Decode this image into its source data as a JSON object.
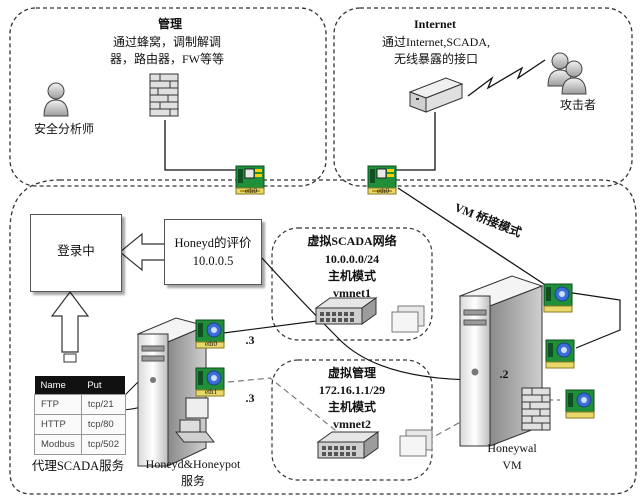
{
  "management": {
    "title": "管理",
    "line1": "通过蜂窝，调制解调",
    "line2": "器，路由器，FW等等",
    "analyst_label": "安全分析师"
  },
  "internet": {
    "title": "Internet",
    "line1": "通过Internet,SCADA,",
    "line2": "无线暴露的接口",
    "attacker_label": "攻击者"
  },
  "vm_bridge_label": "VM 桥接模式",
  "login": {
    "label": "登录中"
  },
  "honeyd_eval": {
    "line1": "Honeyd的评价",
    "line2": "10.0.0.5"
  },
  "scada_net": {
    "line1": "虚拟SCADA网络",
    "line2": "10.0.0.0/24",
    "line3": "主机模式",
    "line4": "vmnet1"
  },
  "mgmt_net": {
    "line1": "虚拟管理",
    "line2": "172.16.1.1/29",
    "line3": "主机模式",
    "line4": "vmnet2"
  },
  "nic_labels": {
    "eth0": "eth0",
    "eth1": "eth1",
    "dot3_top": ".3",
    "dot3_bottom": ".3",
    "dot2": ".2"
  },
  "services_table": {
    "headers": [
      "Name",
      "Put"
    ],
    "rows": [
      [
        "FTP",
        "tcp/21"
      ],
      [
        "HTTP",
        "tcp/80"
      ],
      [
        "Modbus",
        "tcp/502"
      ]
    ],
    "caption": "代理SCADA服务"
  },
  "honeyd_server": {
    "line1": "Honeyd&Honeypot",
    "line2": "服务"
  },
  "honeywall": {
    "line1": "Honeywal",
    "line2": "VM"
  }
}
